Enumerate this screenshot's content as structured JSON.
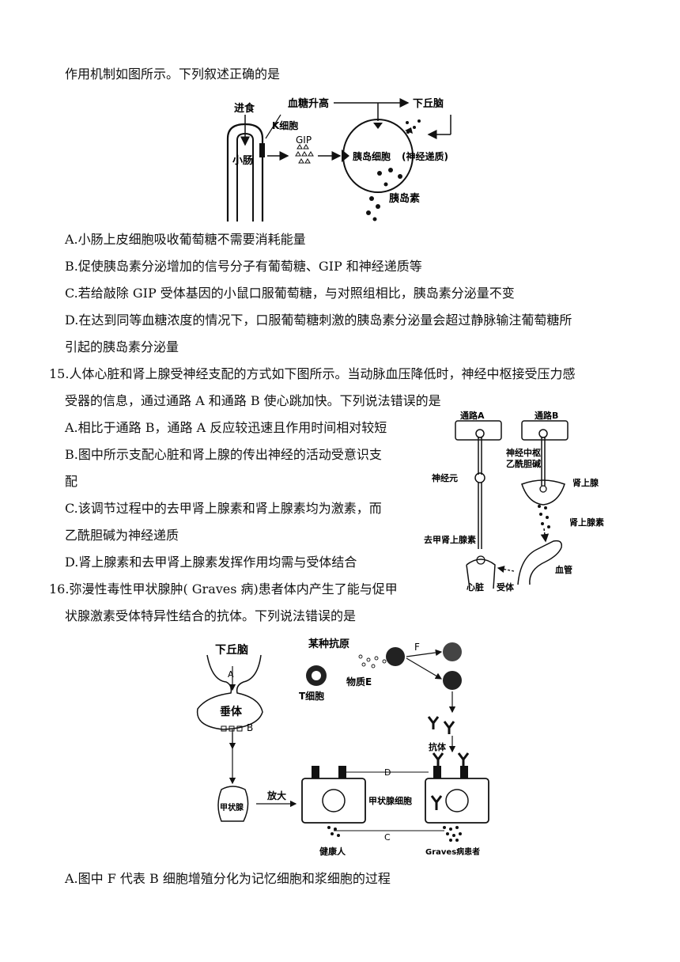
{
  "intro": "作用机制如图所示。下列叙述正确的是",
  "fig1": {
    "eat": "进食",
    "glucose_rise": "血糖升高",
    "hypothalamus": "下丘脑",
    "k_cell": "K细胞",
    "gip": "GIP",
    "intestine": "小肠",
    "islet_cell": "胰岛细胞",
    "neurotransmitter": "(神经递质)",
    "insulin": "胰岛素"
  },
  "q14": {
    "options": [
      "A.小肠上皮细胞吸收葡萄糖不需要消耗能量",
      "B.促使胰岛素分泌增加的信号分子有葡萄糖、GIP 和神经递质等",
      "C.若给敲除 GIP 受体基因的小鼠口服葡萄糖，与对照组相比，胰岛素分泌量不变",
      "D.在达到同等血糖浓度的情况下，口服葡萄糖刺激的胰岛素分泌量会超过静脉输注葡萄糖所",
      "引起的胰岛素分泌量"
    ]
  },
  "q15": {
    "stem_line1": "15.人体心脏和肾上腺受神经支配的方式如下图所示。当动脉血压降低时，神经中枢接受压力感",
    "stem_line2": "受器的信息，通过通路 A 和通路 B 使心跳加快。下列说法错误的是",
    "options": [
      "A.相比于通路 B，通路 A 反应较迅速且作用时间相对较短",
      "B.图中所示支配心脏和肾上腺的传出神经的活动受意识支",
      "配",
      "C.该调节过程中的去甲肾上腺素和肾上腺素均为激素，而",
      "乙酰胆碱为神经递质",
      "D.肾上腺素和去甲肾上腺素发挥作用均需与受体结合"
    ],
    "fig": {
      "path_a": "通路A",
      "path_b": "通路B",
      "center_1": "神经中枢",
      "center_2": "乙酰胆碱",
      "neuron": "神经元",
      "adrenal": "肾上腺",
      "epinephrine": "肾上腺素",
      "norepinephrine": "去甲肾上腺素",
      "vessel": "血管",
      "heart": "心脏",
      "receptor": "受体"
    }
  },
  "q16": {
    "stem_line1": "16.弥漫性毒性甲状腺肿( Graves 病)患者体内产生了能与促甲",
    "stem_line2": "状腺激素受体特异性结合的抗体。下列说法错误的是",
    "fig": {
      "hypothalamus": "下丘脑",
      "a": "A",
      "pituitary": "垂体",
      "b": "B",
      "antigen": "某种抗原",
      "f": "F",
      "t_cell": "T细胞",
      "substance_e": "物质E",
      "antibody": "抗体",
      "d": "D",
      "thyroid": "甲状腺",
      "amplify": "放大",
      "thyroid_cell": "甲状腺细胞",
      "c": "C",
      "healthy": "健康人",
      "patient": "Graves病患者"
    },
    "option_a": "A.图中 F 代表 B 细胞增殖分化为记忆细胞和浆细胞的过程"
  }
}
